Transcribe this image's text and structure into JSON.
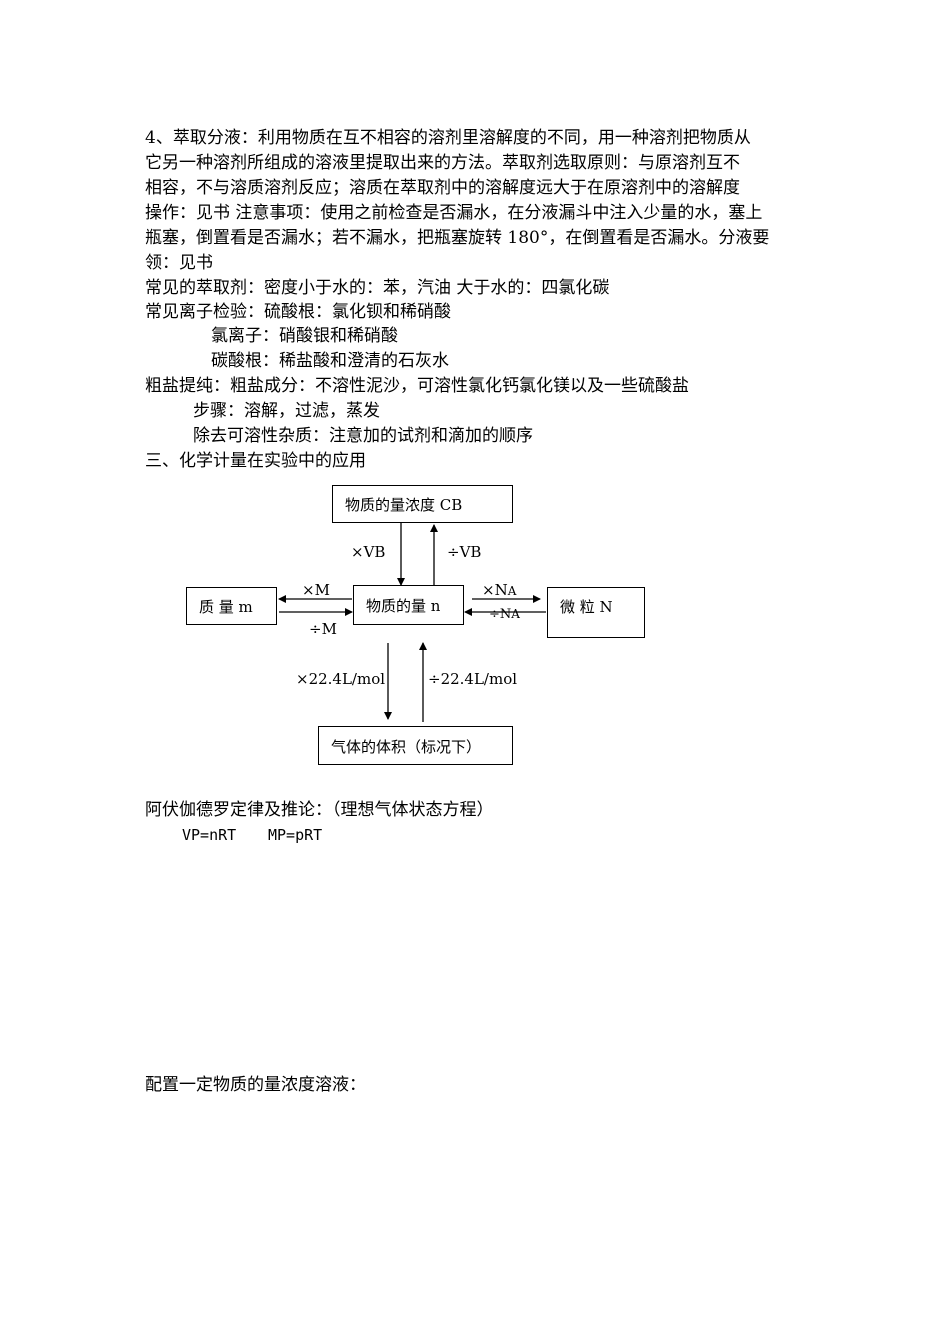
{
  "paragraph": {
    "line1": "4、萃取分液：利用物质在互不相容的溶剂里溶解度的不同，用一种溶剂把物质从",
    "line2": "它另一种溶剂所组成的溶液里提取出来的方法。萃取剂选取原则：与原溶剂互不",
    "line3": "相容，不与溶质溶剂反应；溶质在萃取剂中的溶解度远大于在原溶剂中的溶解度",
    "line4": "操作：见书 注意事项：使用之前检查是否漏水，在分液漏斗中注入少量的水，塞上",
    "line5": "瓶塞，倒置看是否漏水；若不漏水，把瓶塞旋转 180°，在倒置看是否漏水。分液要",
    "line6": "领：见书"
  },
  "extractants": "常见的萃取剂：密度小于水的：苯，汽油 大于水的：四氯化碳",
  "ions": {
    "sulfate": "常见离子检验：硫酸根：氯化钡和稀硝酸",
    "chloride": "氯离子：硝酸银和稀硝酸",
    "carbonate": "碳酸根：稀盐酸和澄清的石灰水"
  },
  "salt": {
    "composition": "粗盐提纯：粗盐成分：不溶性泥沙，可溶性氯化钙氯化镁以及一些硫酸盐",
    "steps": "步骤：溶解，过滤，蒸发",
    "impurities": "除去可溶性杂质：注意加的试剂和滴加的顺序"
  },
  "section_heading": "三、化学计量在实验中的应用",
  "diagram": {
    "concentration_box": "物质的量浓度 C",
    "concentration_sub": "B",
    "amount_box": "物质的量 n",
    "mass_box": "质  量 m",
    "particle_box": "微  粒 N",
    "gas_box": "气体的体积（标况下）",
    "times_vb": "×VB",
    "div_vb": "÷VB",
    "times_m": "×M",
    "div_m": "÷M",
    "times_na": "×N",
    "div_na": "÷N",
    "na_sub": "A",
    "times_22": "×22.4L/mol",
    "div_22": "÷22.4L/mol"
  },
  "avogadro": {
    "heading": "阿伏伽德罗定律及推论：（理想气体状态方程）",
    "formula_vp": "VP=nRT",
    "formula_mp": "MP=pRT"
  },
  "solution_heading": "配置一定物质的量浓度溶液："
}
